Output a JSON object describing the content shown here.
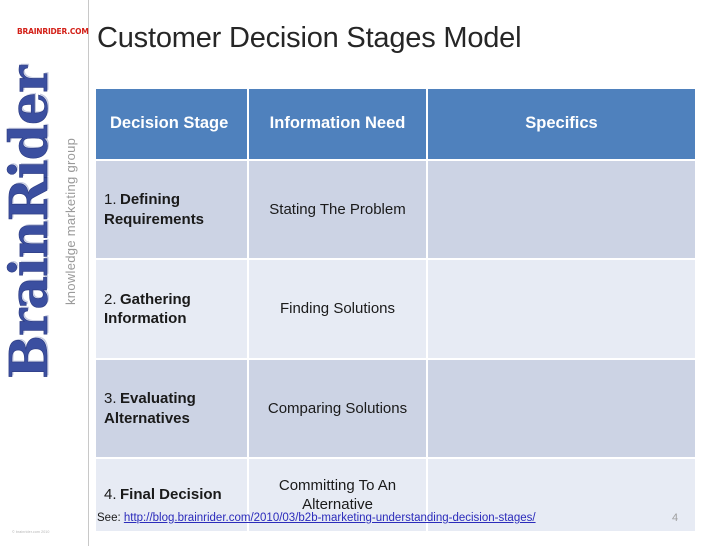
{
  "slide": {
    "title": "Customer Decision Stages Model",
    "page_number": "4"
  },
  "brand": {
    "domain": "BRAINRIDER.COM",
    "wordmark": "BrainRider",
    "tagline": "knowledge marketing group",
    "copyright": "© brainrider.com 2010"
  },
  "table": {
    "columns": [
      {
        "key": "stage",
        "header": "Decision Stage"
      },
      {
        "key": "need",
        "header": "Information Need"
      },
      {
        "key": "specifics",
        "header": "Specifics"
      }
    ],
    "rows": [
      {
        "number": "1.",
        "stage": "Defining Requirements",
        "need": "Stating The Problem",
        "specifics": ""
      },
      {
        "number": "2.",
        "stage": "Gathering Information",
        "need": "Finding Solutions",
        "specifics": ""
      },
      {
        "number": "3.",
        "stage": "Evaluating Alternatives",
        "need": "Comparing Solutions",
        "specifics": ""
      },
      {
        "number": "4.",
        "stage": "Final Decision",
        "need": "Committing To An Alternative",
        "specifics": ""
      }
    ]
  },
  "footer": {
    "prefix": "See:",
    "link_text": "http://blog.brainrider.com/2010/03/b2b-marketing-understanding-decision-stages/"
  },
  "colors": {
    "header_blue": "#4f81bd",
    "row_dark": "#ccd3e4",
    "row_light": "#e7ebf4",
    "brand_red": "#d32018",
    "brand_blue": "#3b4fa0",
    "link_blue": "#2b2bbb"
  }
}
